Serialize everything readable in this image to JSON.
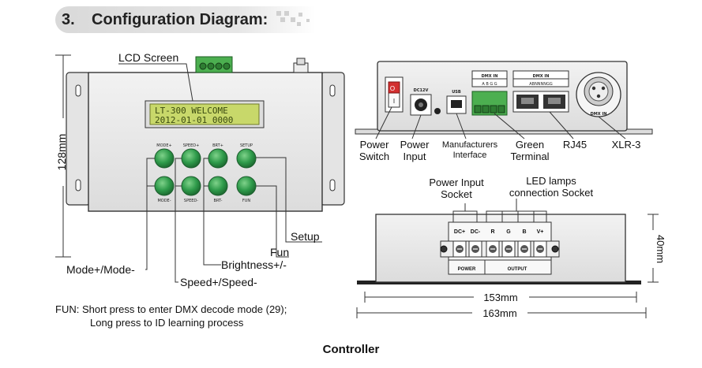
{
  "header": {
    "number": "3.",
    "title": "Configuration Diagram:"
  },
  "front": {
    "lcd_label": "LCD Screen",
    "lcd_line1": "LT-300    WELCOME",
    "lcd_line2": "2012-01-01   0000",
    "buttons_top": [
      "MODE+",
      "SPEED+",
      "BRT+",
      "SETUP"
    ],
    "buttons_bottom": [
      "MODE-",
      "SPEED-",
      "BRT-",
      "FUN"
    ],
    "labels": {
      "setup": "Setup",
      "fun": "Fun",
      "brightness": "Brightness+/-",
      "speed": "Speed+/Speed-",
      "mode": "Mode+/Mode-"
    },
    "dim_height": "128mm"
  },
  "rear": {
    "switch_marks": [
      "O",
      "I"
    ],
    "dc_label": "DC12V",
    "usb_label": "USB",
    "dmx_in_1": "DMX  IN",
    "dmx_in_1_pins": "A   B   G   G",
    "dmx_in_2": "DMX  IN",
    "dmx_in_2_pins": "ABNNNNGG",
    "xlr_label": "DMX  IN",
    "labels": {
      "power_switch": "Power\nSwitch",
      "power_input": "Power\nInput",
      "manufacturers": "Manufacturers\nInterface",
      "green_terminal": "Green\nTerminal",
      "rj45": "RJ45",
      "xlr3": "XLR-3"
    }
  },
  "side": {
    "power_input_socket": "Power Input\nSocket",
    "led_socket": "LED lamps\nconnection Socket",
    "terminals": [
      "DC+",
      "DC-",
      "R",
      "G",
      "B",
      "V+"
    ],
    "power_label": "POWER",
    "output_label": "OUTPUT",
    "dim_height": "40mm",
    "dim_153": "153mm",
    "dim_163": "163mm"
  },
  "note": {
    "line1": "FUN: Short press to enter DMX decode mode (29);",
    "line2": "Long press to ID learning process"
  },
  "caption": "Controller",
  "colors": {
    "button_green": "#2e9a4a",
    "lcd_green": "#c8d86a",
    "terminal_green": "#4caf50",
    "case_grey": "#e8e8e8"
  }
}
